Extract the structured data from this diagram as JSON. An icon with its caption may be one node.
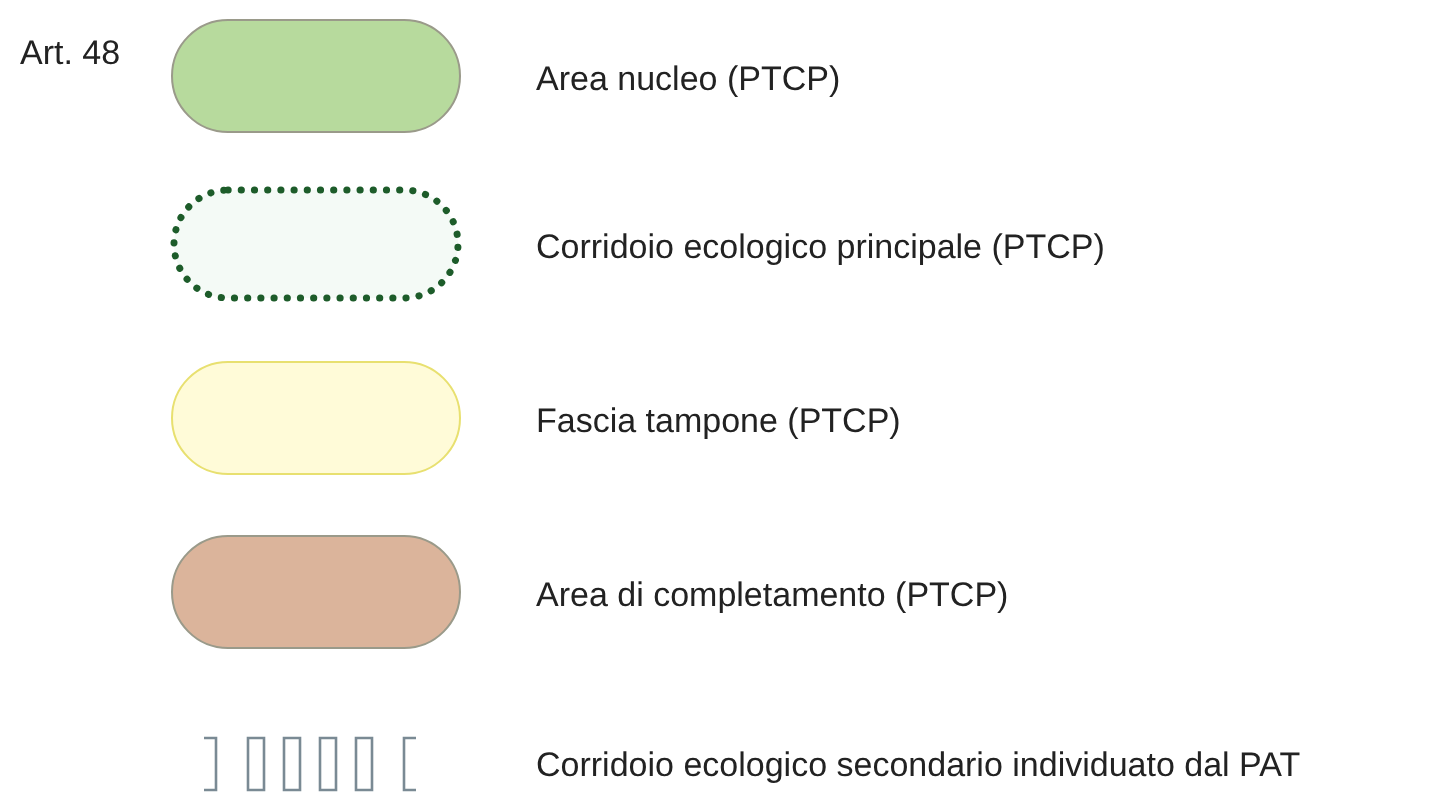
{
  "diagram": {
    "labels": [
      "Art. 48"
    ],
    "legend": [
      {
        "text": "Area nucleo (PTCP)",
        "color": "#b7da9d"
      },
      {
        "text": "Corridoio ecologico principale (PTCP)"
      },
      {
        "text": "Fascia tampone (PTCP)",
        "color": "#fffbd8"
      },
      {
        "text": "Area di completamento (PTCP)",
        "color": "#dbb49b"
      },
      {
        "text": "Corridoio ecologico secondario individuato dal PAT"
      }
    ]
  }
}
